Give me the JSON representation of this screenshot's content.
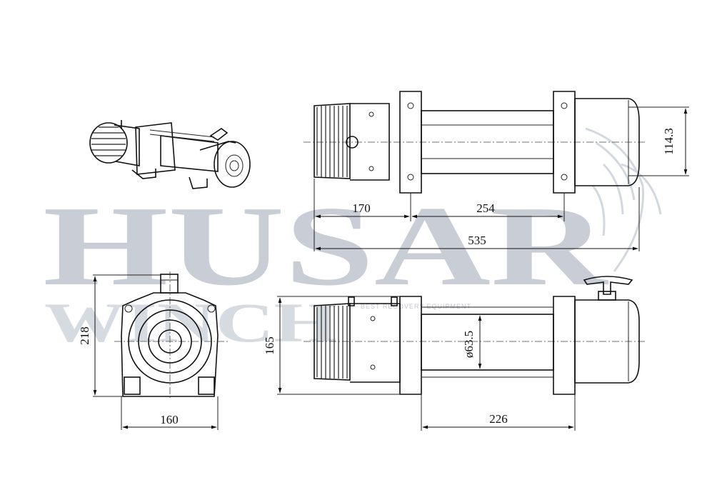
{
  "watermark": {
    "brand": "HUSAR",
    "sub": "WINCH",
    "tagline": "BEST RECOVERY EQUIPMENT"
  },
  "dimensions": {
    "motor_length": "170",
    "drum_length": "254",
    "overall_length": "535",
    "body_height": "114.3",
    "front_height": "218",
    "front_width": "160",
    "side_height": "165",
    "drum_diameter": "ø63.5",
    "side_drum_length": "226"
  },
  "views": {
    "iso": "isometric-view",
    "top": "top-view",
    "front": "front-view",
    "side": "side-view"
  },
  "colors": {
    "line": "#111111",
    "watermark": "#c9ced6"
  }
}
